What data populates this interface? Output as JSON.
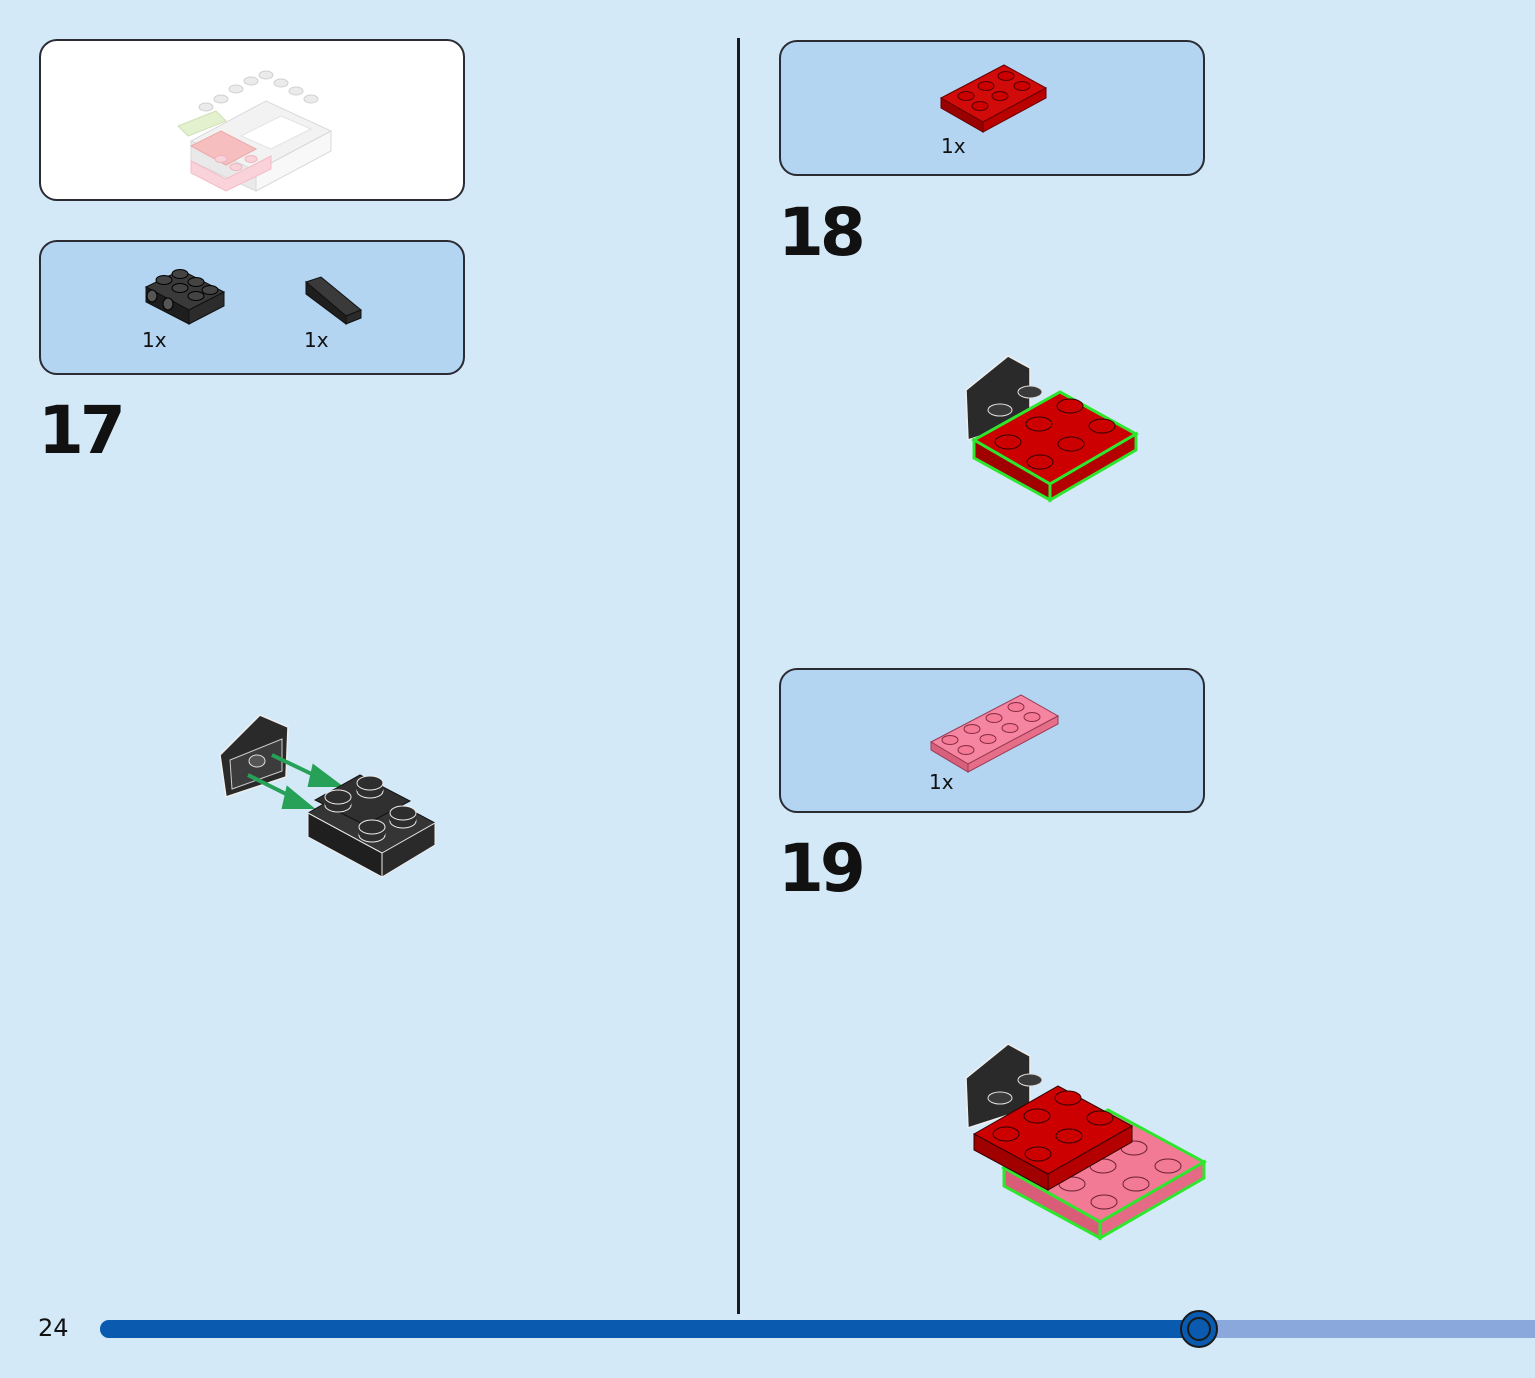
{
  "page": {
    "number": "24"
  },
  "progress": {
    "fraction": 0.766
  },
  "steps": [
    {
      "number": "17",
      "parts": [
        {
          "qty": "1x"
        },
        {
          "qty": "1x"
        }
      ]
    },
    {
      "number": "18",
      "parts": [
        {
          "qty": "1x"
        }
      ]
    },
    {
      "number": "19",
      "parts": [
        {
          "qty": "1x"
        }
      ]
    }
  ],
  "colors": {
    "background": "#d4e9f8",
    "parts_box": "#b3d5f2",
    "progress_fill": "#0a5bb0",
    "progress_track": "#8aa8dc",
    "brick_black": "#2a2a2a",
    "brick_red": "#c80000",
    "brick_pink": "#f27a94",
    "highlight_green": "#2ee62e",
    "arrow_green": "#27a157"
  }
}
